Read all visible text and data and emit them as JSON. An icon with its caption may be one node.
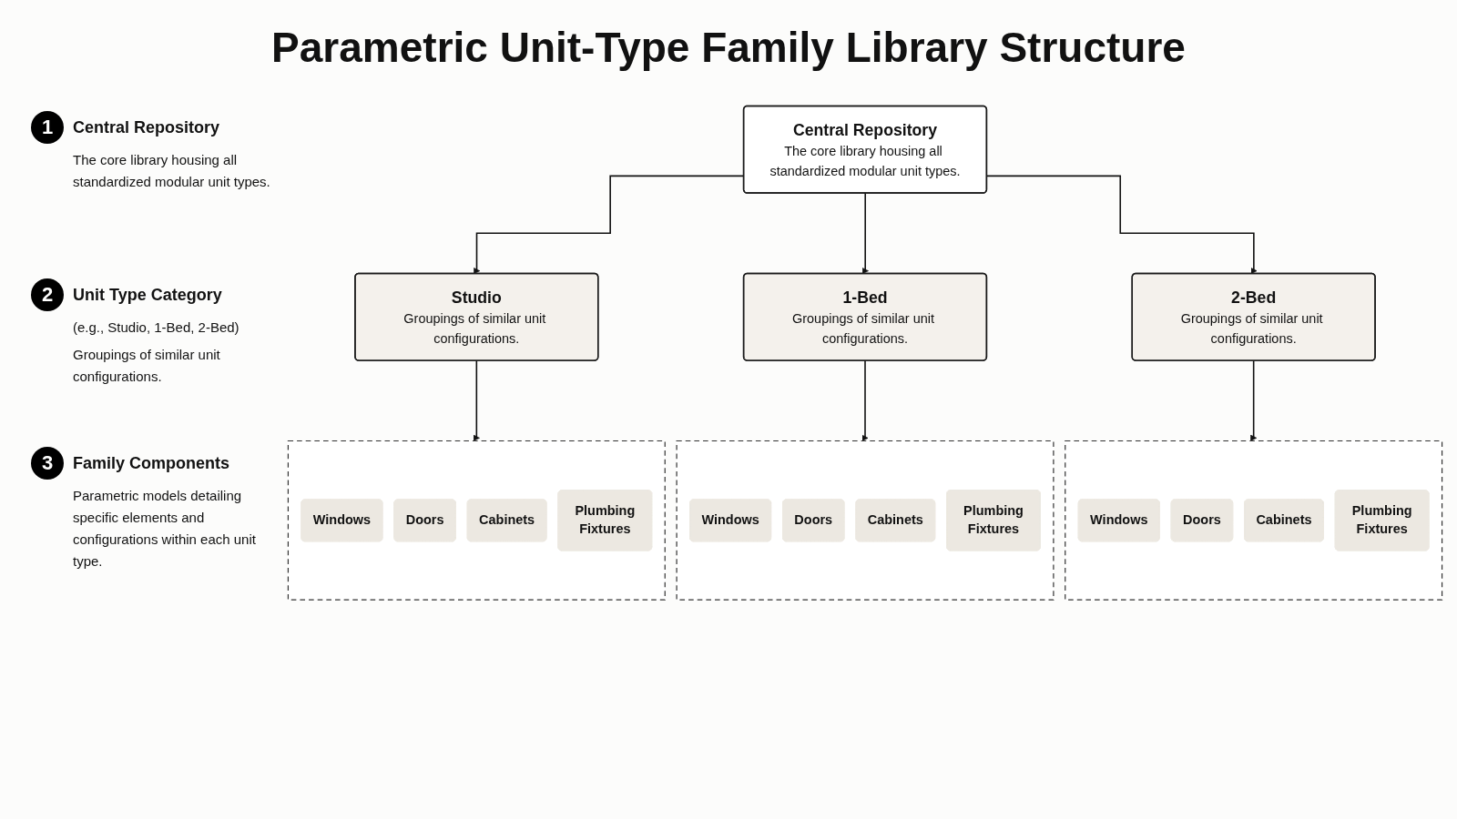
{
  "diagram": {
    "title": "Parametric Unit-Type Family Library Structure",
    "nodes": [
      {
        "text": [
          "Central Repository",
          "The core library housing all standardized modular unit types."
        ]
      },
      {
        "text": [
          "Studio",
          "Groupings of similar unit configurations."
        ]
      },
      {
        "text": [
          "1-Bed",
          "Groupings of similar unit configurations."
        ]
      },
      {
        "text": [
          "2-Bed",
          "Groupings of similar unit configurations."
        ]
      },
      {
        "text": [],
        "shape": "box"
      },
      {
        "text": [
          "Windows"
        ],
        "in": 4
      },
      {
        "text": [
          "Doors"
        ],
        "in": 4
      },
      {
        "text": [
          "Cabinets"
        ],
        "in": 4
      },
      {
        "text": [
          "Plumbing Fixtures"
        ],
        "in": 4
      },
      {
        "text": [],
        "shape": "box"
      },
      {
        "text": [
          "Windows"
        ],
        "in": 9
      },
      {
        "text": [
          "Doors"
        ],
        "in": 9
      },
      {
        "text": [
          "Cabinets"
        ],
        "in": 9
      },
      {
        "text": [
          "Plumbing Fixtures"
        ],
        "in": 9
      },
      {
        "text": [],
        "shape": "box"
      },
      {
        "text": [
          "Windows"
        ],
        "in": 14
      },
      {
        "text": [
          "Doors"
        ],
        "in": 14
      },
      {
        "text": [
          "Cabinets"
        ],
        "in": 14
      },
      {
        "text": [
          "Plumbing Fixtures"
        ],
        "in": 14
      }
    ],
    "edges": [
      {
        "from": 0,
        "to": 1,
        "arrow": "to"
      },
      {
        "from": 0,
        "to": 2,
        "arrow": "to"
      },
      {
        "from": 0,
        "to": 3,
        "arrow": "to"
      },
      {
        "from": 1,
        "to": 4,
        "arrow": "to"
      },
      {
        "from": 2,
        "to": 9,
        "arrow": "to"
      },
      {
        "from": 3,
        "to": 14,
        "arrow": "to"
      }
    ],
    "labels": [
      "1",
      "Central Repository",
      "The core library housing all standardized modular unit types.",
      "2",
      "Unit Type Category",
      "(e.g., Studio, 1-Bed, 2-Bed)",
      "Groupings of similar unit configurations.",
      "3",
      "Family Components",
      "Parametric models detailing specific elements and configurations within each unit type."
    ]
  }
}
